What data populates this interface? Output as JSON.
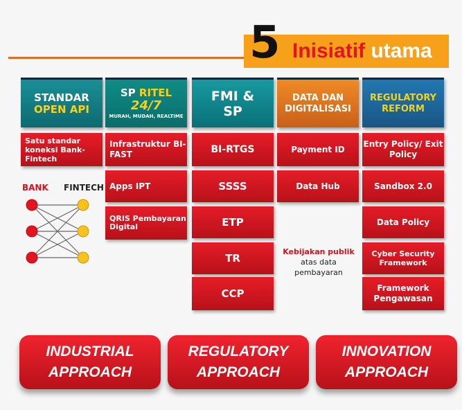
{
  "title": {
    "number": "5",
    "word1": "Inisiatif",
    "word2": "utama"
  },
  "colors": {
    "accent_red": "#e2141f",
    "accent_orange": "#f7a11a",
    "teal": "#0f8c86",
    "blue": "#1a5686"
  },
  "columns": [
    {
      "header_line1": "STANDAR",
      "header_line2": "OPEN API"
    },
    {
      "header_line1": "SP",
      "header_line1b": "RITEL",
      "header_line2": "24/7",
      "header_line3": "MURAH, MUDAH, REALTIME"
    },
    {
      "header_line1": "FMI &",
      "header_line2": "SP"
    },
    {
      "header_line1": "DATA DAN",
      "header_line2": "DIGITALISASI"
    },
    {
      "header_line1": "REGULATORY",
      "header_line2": "REFORM"
    }
  ],
  "col1": {
    "item": "Satu standar koneksi Bank-Fintech",
    "bank_label": "BANK",
    "fintech_label": "FINTECH"
  },
  "col2": {
    "items": [
      "Infrastruktur BI-FAST",
      "Apps IPT",
      "QRIS Pembayaran Digital"
    ]
  },
  "col3": {
    "items": [
      "BI-RTGS",
      "SSSS",
      "ETP",
      "TR",
      "CCP"
    ]
  },
  "col4": {
    "items": [
      "Payment ID",
      "Data Hub"
    ],
    "note_red": "Kebijakan publik",
    "note_rest": " atas data pembayaran"
  },
  "col5": {
    "items": [
      "Entry Policy/ Exit Policy",
      "Sandbox 2.0",
      "Data Policy",
      "Cyber Security Framework",
      "Framework Pengawasan"
    ]
  },
  "approaches": [
    "INDUSTRIAL APPROACH",
    "REGULATORY APPROACH",
    "INNOVATION APPROACH"
  ]
}
